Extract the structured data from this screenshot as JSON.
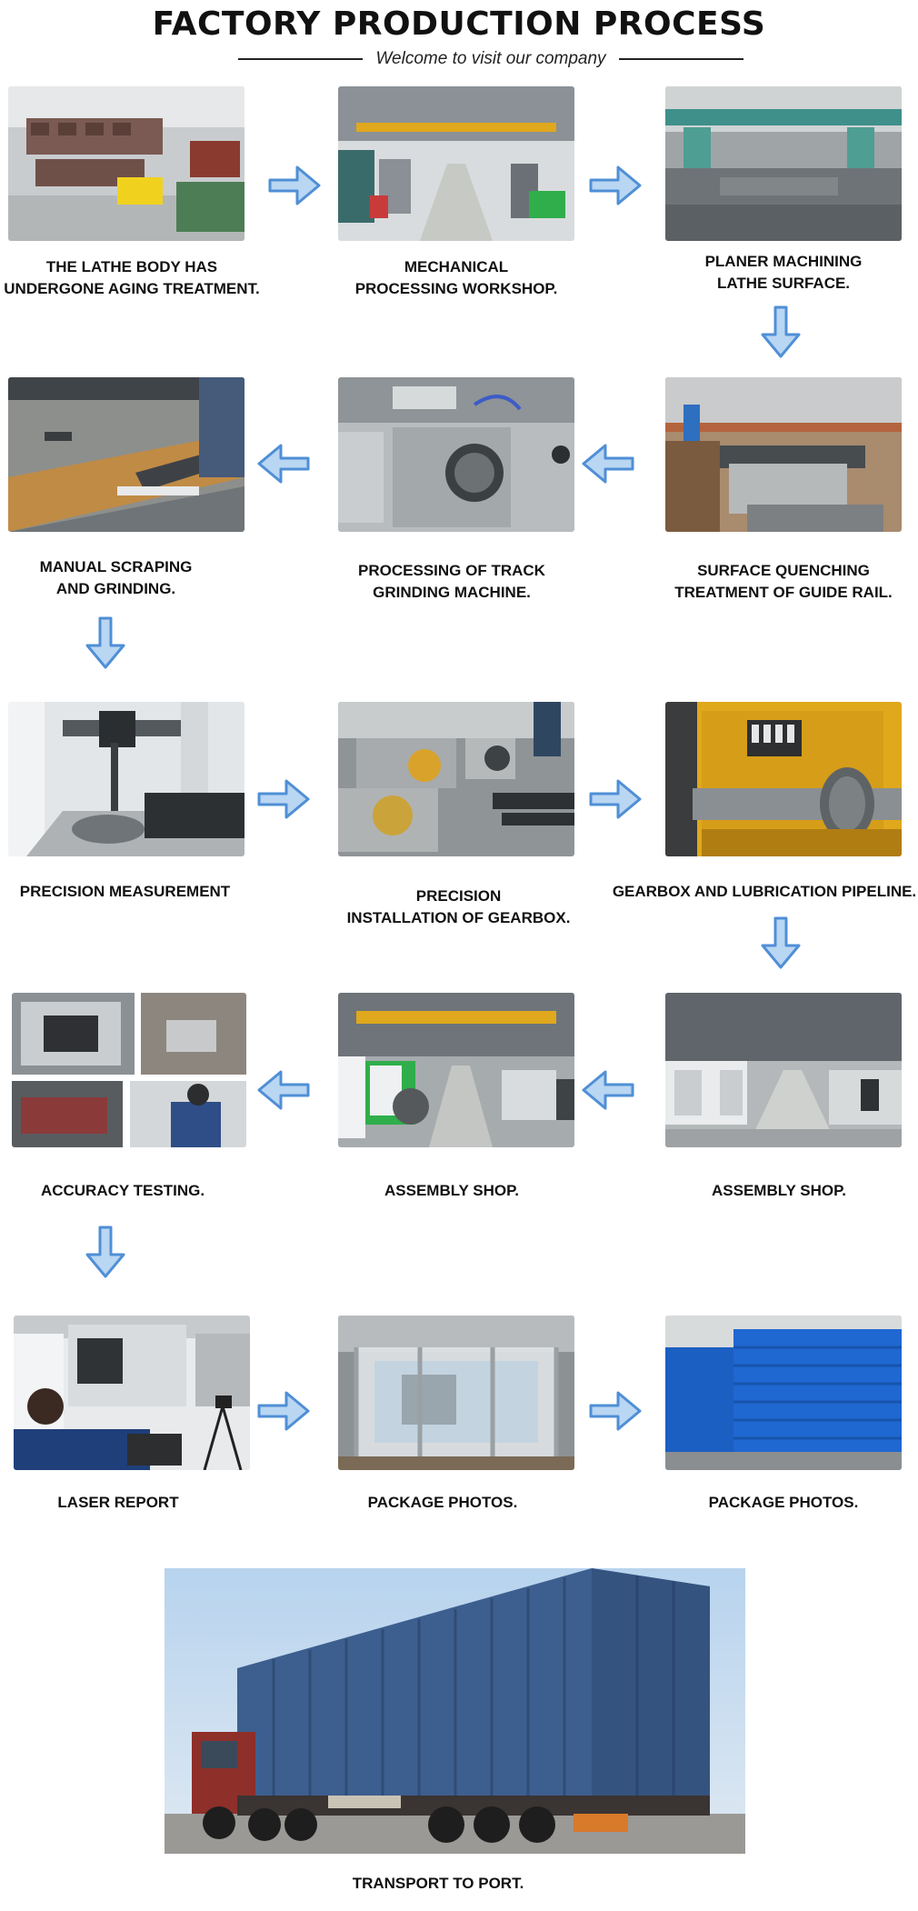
{
  "header": {
    "title": "FACTORY PRODUCTION PROCESS",
    "subtitle": "Welcome to visit our company"
  },
  "steps": [
    {
      "caption": "THE LATHE BODY HAS\nUNDERGONE AGING TREATMENT."
    },
    {
      "caption": "MECHANICAL\nPROCESSING WORKSHOP."
    },
    {
      "caption": "PLANER MACHINING\nLATHE SURFACE."
    },
    {
      "caption": "SURFACE QUENCHING\nTREATMENT OF GUIDE RAIL."
    },
    {
      "caption": "PROCESSING OF TRACK\nGRINDING MACHINE."
    },
    {
      "caption": "MANUAL SCRAPING\nAND GRINDING."
    },
    {
      "caption": "PRECISION MEASUREMENT"
    },
    {
      "caption": "PRECISION\nINSTALLATION OF GEARBOX."
    },
    {
      "caption": "GEARBOX AND LUBRICATION PIPELINE."
    },
    {
      "caption": "ASSEMBLY SHOP."
    },
    {
      "caption": "ASSEMBLY SHOP."
    },
    {
      "caption": "ACCURACY TESTING."
    },
    {
      "caption": "LASER REPORT"
    },
    {
      "caption": "PACKAGE PHOTOS."
    },
    {
      "caption": "PACKAGE PHOTOS."
    },
    {
      "caption": "TRANSPORT TO PORT."
    }
  ],
  "colors": {
    "arrow_fill": "#b9d6f2",
    "arrow_stroke": "#4f8fd6",
    "container_blue": "#3d5f8f",
    "package_blue": "#1b5fc2",
    "factory_floor": "#9aa0a4",
    "machine_green": "#3f8f5a",
    "crane_yellow": "#e0a81c"
  }
}
